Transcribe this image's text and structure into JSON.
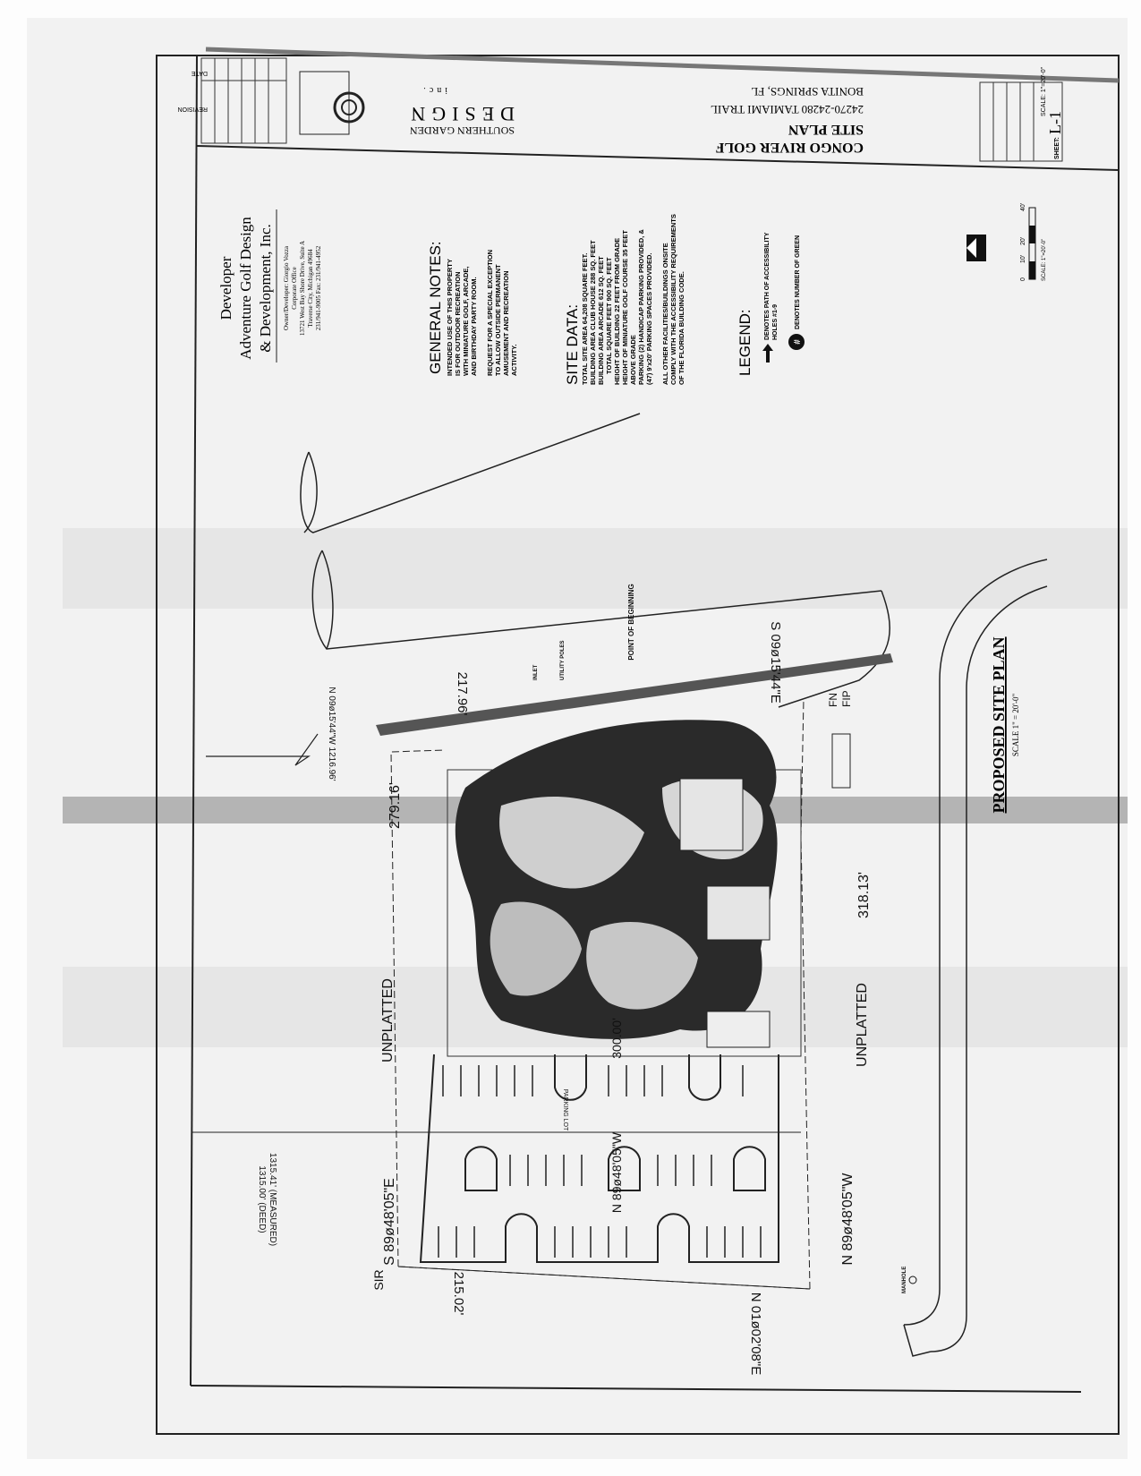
{
  "developer": {
    "heading": "Developer",
    "company_line1": "Adventure Golf Design",
    "company_line2": "& Development, Inc.",
    "owner": "Owner/Developer: Giorgio Vozza",
    "office": "Corporate Office",
    "address1": "13721 West Bay Shore Drive, Suite A",
    "address2": "Traverse City, Michigan 49684",
    "phone": "231/941-9005 Fax: 231/941-4952"
  },
  "general_notes": {
    "heading": "GENERAL NOTES:",
    "lines": [
      "INTENDED USE OF THIS PROPERTY",
      "IS FOR OUTDOOR RECREATION",
      "WITH MINIATURE GOLF, ARCADE,",
      "AND BIRTHDAY PARTY ROOM.",
      "",
      "REQUEST FOR A SPECIAL EXCEPTION",
      "TO ALLOW OUTSIDE PERMANENT",
      "AMUSEMENT AND RECREATION",
      "ACTIVITY."
    ]
  },
  "site_data": {
    "heading": "SITE DATA:",
    "lines": [
      "TOTAL SITE AREA 64,208 SQUARE FEET.",
      "BUILDING AREA CLUB HOUSE 288 SQ. FEET",
      "BUILDING AREA ARCADE 612 SQ. FEET",
      "TOTAL SQUARE FEET 900 SQ. FEET",
      "HEIGHT OF BUILDING 22 FEET FROM GRADE",
      "HEIGHT OF MINIATURE GOLF COURSE 35 FEET",
      "ABOVE GRADE",
      "PARKING (2) HANDICAP PARKING PROVIDED, &",
      "(47) 9'x20' PARKING SPACES PROVIDED.",
      "",
      "ALL OTHER FACILITIES/BUILDINGS ONSITE",
      "COMPLY WITH THE ACCESSIBILITY REQUIREMENTS",
      "OF THE FLORIDA BUILDING CODE."
    ]
  },
  "legend": {
    "heading": "LEGEND:",
    "path_label": "DENOTES PATH OF ACCESSIBILITY",
    "path_label2": "HOLES #1-9",
    "green_symbol": "#",
    "green_label": "DENOTES NUMBER OF GREEN"
  },
  "title_block": {
    "project": "CONGO RIVER GOLF",
    "sheet_title": "SITE PLAN",
    "address": "24270-24280 TAMIAMI TRAIL",
    "city": "BONITA SPRINGS, FL",
    "firm_name": "SOUTHERN GARDEN",
    "firm_design": "DESIGN",
    "firm_inc": "inc.",
    "revision_header": "REVISION",
    "date_header": "DATE",
    "sheet_label": "SHEET:",
    "sheet_number": "L-1",
    "scale_label": "SCALE: 1\"=20'-0\""
  },
  "plan": {
    "title": "PROPOSED SITE PLAN",
    "scale": "SCALE 1\" = 20'-0\"",
    "north_dim": "279.16'",
    "south_dim": "318.13'",
    "west_dim": "215.02'",
    "east_dim": "217.96'",
    "inner_dim": "300.00'",
    "unplatted_north": "UNPLATTED",
    "unplatted_south": "UNPLATTED",
    "bearing_north": "S 89ø48'05\"E",
    "bearing_south": "N 89ø48'05\"W",
    "bearing_inner": "N 89ø48'05\"W",
    "bearing_west": "N 01ø02'08\"E",
    "bearing_east": "S 09ø15'44\"E",
    "bearing_tie": "N 09ø15'44\"W 1216.96'",
    "deed": "1315.00' (DEED)",
    "measured": "1315.41' (MEASURED)",
    "sir": "SIR",
    "fn": "FN",
    "fip": "FIP",
    "pob": "POINT OF BEGINNING",
    "parking_lot": "PARKING LOT",
    "inlet": "INLET",
    "utility_poles": "UTILITY POLES",
    "manhole": "MANHOLE"
  },
  "scale_bar": {
    "ticks": [
      "0",
      "10'",
      "20'",
      "40'"
    ],
    "label": "SCALE: 1\"=20'-0\""
  }
}
